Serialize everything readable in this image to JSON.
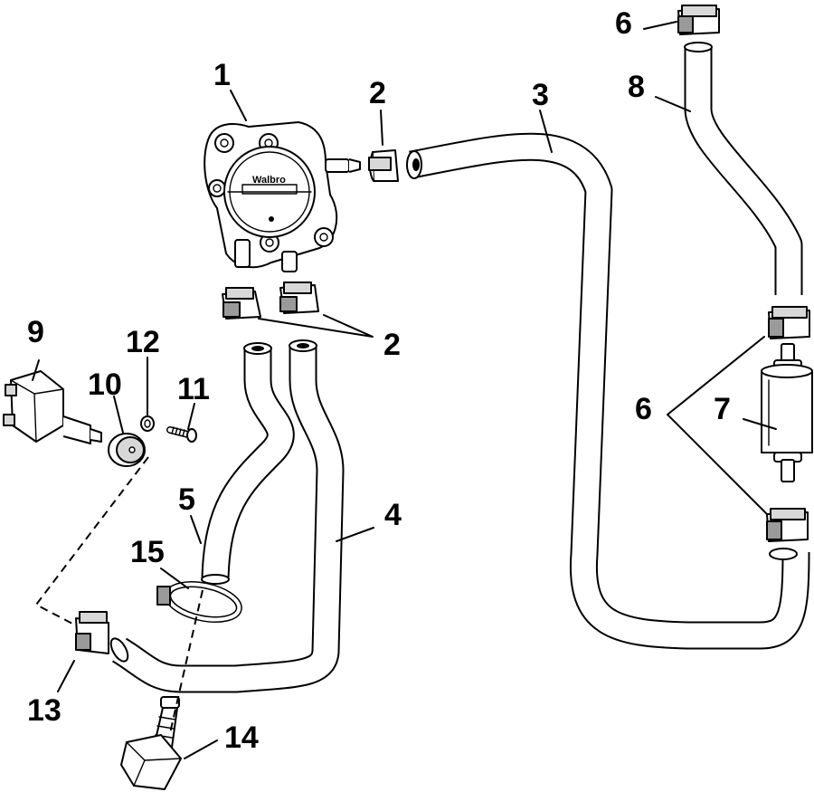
{
  "diagram": {
    "brand_mark": "Walbro",
    "callouts": [
      {
        "id": "c1",
        "text": "1"
      },
      {
        "id": "c2a",
        "text": "2"
      },
      {
        "id": "c2b",
        "text": "2"
      },
      {
        "id": "c3",
        "text": "3"
      },
      {
        "id": "c4",
        "text": "4"
      },
      {
        "id": "c5",
        "text": "5"
      },
      {
        "id": "c6a",
        "text": "6"
      },
      {
        "id": "c6b",
        "text": "6"
      },
      {
        "id": "c7",
        "text": "7"
      },
      {
        "id": "c8",
        "text": "8"
      },
      {
        "id": "c9",
        "text": "9"
      },
      {
        "id": "c10",
        "text": "10"
      },
      {
        "id": "c11",
        "text": "11"
      },
      {
        "id": "c12",
        "text": "12"
      },
      {
        "id": "c13",
        "text": "13"
      },
      {
        "id": "c14",
        "text": "14"
      },
      {
        "id": "c15",
        "text": "15"
      }
    ]
  }
}
